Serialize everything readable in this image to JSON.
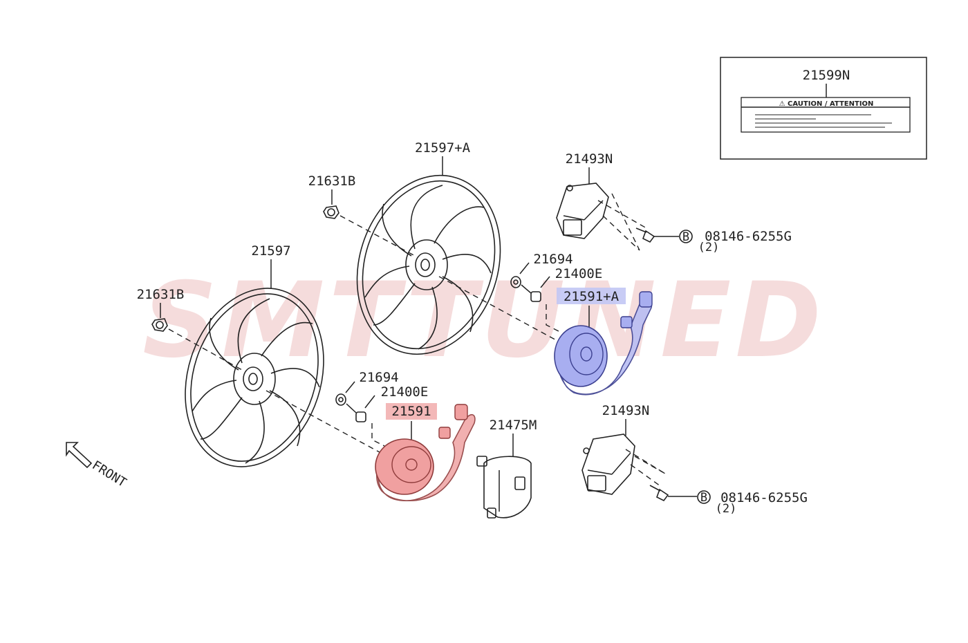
{
  "watermark": {
    "text": "SMTTUNED",
    "color": "#f2c7c7"
  },
  "caution_label": {
    "part_number": "21599N",
    "label_text": "⚠ CAUTION / ATTENTION"
  },
  "parts": {
    "fan_left": "21597",
    "fan_right": "21597+A",
    "nut_left": "21631B",
    "nut_right": "21631B",
    "washer_left": "21694",
    "washer_right": "21694",
    "bushing_left": "21400E",
    "bushing_right": "21400E",
    "motor_left": "21591",
    "motor_right": "21591+A",
    "bracket": "21475M",
    "resistor_top": "21493N",
    "resistor_bottom": "21493N",
    "bolt_top": "08146-6255G",
    "bolt_top_qty": "(2)",
    "bolt_bottom": "08146-6255G",
    "bolt_bottom_qty": "(2)",
    "bolt_marker": "B"
  },
  "highlights": {
    "motor_left_color": "#f0a0a0",
    "motor_right_color": "#a8aef0"
  },
  "front_label": "FRONT"
}
